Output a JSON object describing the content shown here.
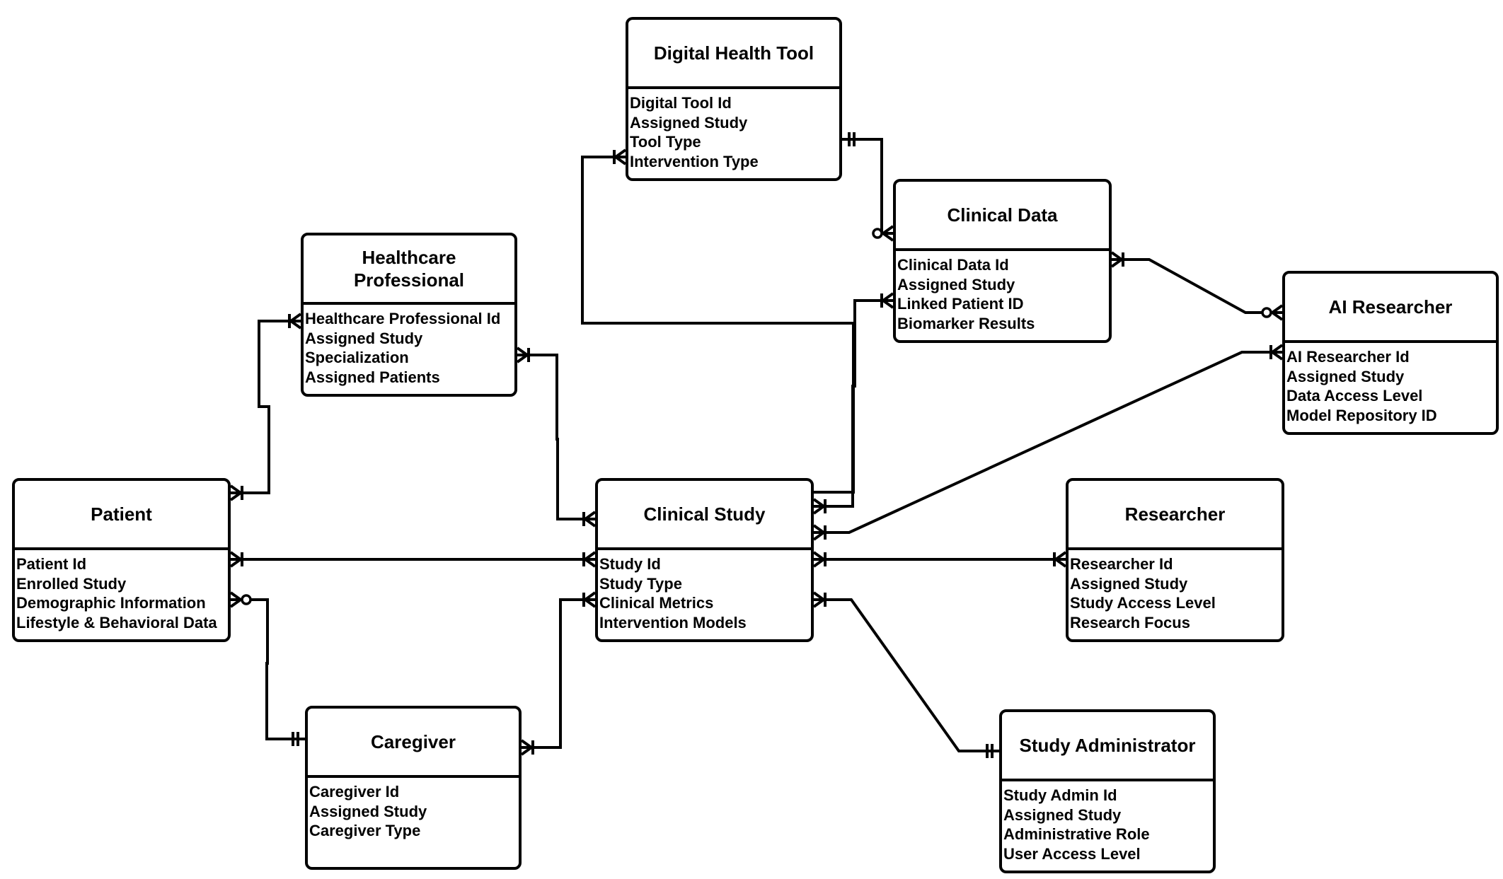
{
  "entities": {
    "digital_health_tool": {
      "title": "Digital Health Tool",
      "attributes": [
        "Digital Tool Id",
        "Assigned Study",
        "Tool Type",
        "Intervention Type"
      ]
    },
    "clinical_data": {
      "title": "Clinical Data",
      "attributes": [
        "Clinical Data Id",
        "Assigned Study",
        "Linked Patient ID",
        "Biomarker Results"
      ]
    },
    "healthcare_professional": {
      "title": "Healthcare Professional",
      "attributes": [
        "Healthcare Professional Id",
        "Assigned Study",
        "Specialization",
        "Assigned Patients"
      ]
    },
    "ai_researcher": {
      "title": "AI Researcher",
      "attributes": [
        "AI Researcher Id",
        "Assigned Study",
        "Data Access Level",
        "Model Repository ID"
      ]
    },
    "patient": {
      "title": "Patient",
      "attributes": [
        "Patient Id",
        "Enrolled Study",
        "Demographic Information",
        "Lifestyle & Behavioral Data"
      ]
    },
    "clinical_study": {
      "title": "Clinical Study",
      "attributes": [
        "Study Id",
        "Study Type",
        "Clinical Metrics",
        "Intervention Models"
      ]
    },
    "researcher": {
      "title": "Researcher",
      "attributes": [
        "Researcher Id",
        "Assigned Study",
        "Study Access Level",
        "Research Focus"
      ]
    },
    "caregiver": {
      "title": "Caregiver",
      "attributes": [
        "Caregiver Id",
        "Assigned Study",
        "Caregiver Type"
      ]
    },
    "study_administrator": {
      "title": "Study Administrator",
      "attributes": [
        "Study Admin Id",
        "Assigned Study",
        "Administrative Role",
        "User Access Level"
      ]
    }
  },
  "relationships": [
    {
      "from": "digital_health_tool",
      "from_card": "one-and-only-one",
      "to": "clinical_data",
      "to_card": "zero-or-many"
    },
    {
      "from": "digital_health_tool",
      "from_card": "one-or-many",
      "to": "clinical_study",
      "to_card": "none"
    },
    {
      "from": "clinical_data",
      "from_card": "one-or-many",
      "to": "ai_researcher",
      "to_card": "zero-or-many"
    },
    {
      "from": "clinical_data",
      "from_card": "one-or-many",
      "to": "clinical_study",
      "to_card": "one-or-many"
    },
    {
      "from": "healthcare_professional",
      "from_card": "one-or-many",
      "to": "patient",
      "to_card": "one-or-many"
    },
    {
      "from": "healthcare_professional",
      "from_card": "one-or-many",
      "to": "clinical_study",
      "to_card": "one-or-many"
    },
    {
      "from": "ai_researcher",
      "from_card": "one-or-many",
      "to": "clinical_study",
      "to_card": "one-or-many"
    },
    {
      "from": "patient",
      "from_card": "one-or-many",
      "to": "clinical_study",
      "to_card": "one-or-many"
    },
    {
      "from": "patient",
      "from_card": "zero-or-many",
      "to": "caregiver",
      "to_card": "one-and-only-one"
    },
    {
      "from": "clinical_study",
      "from_card": "one-or-many",
      "to": "researcher",
      "to_card": "one-or-many"
    },
    {
      "from": "clinical_study",
      "from_card": "one-or-many",
      "to": "caregiver",
      "to_card": "one-or-many"
    },
    {
      "from": "clinical_study",
      "from_card": "one-or-many",
      "to": "study_administrator",
      "to_card": "one-and-only-one"
    }
  ]
}
